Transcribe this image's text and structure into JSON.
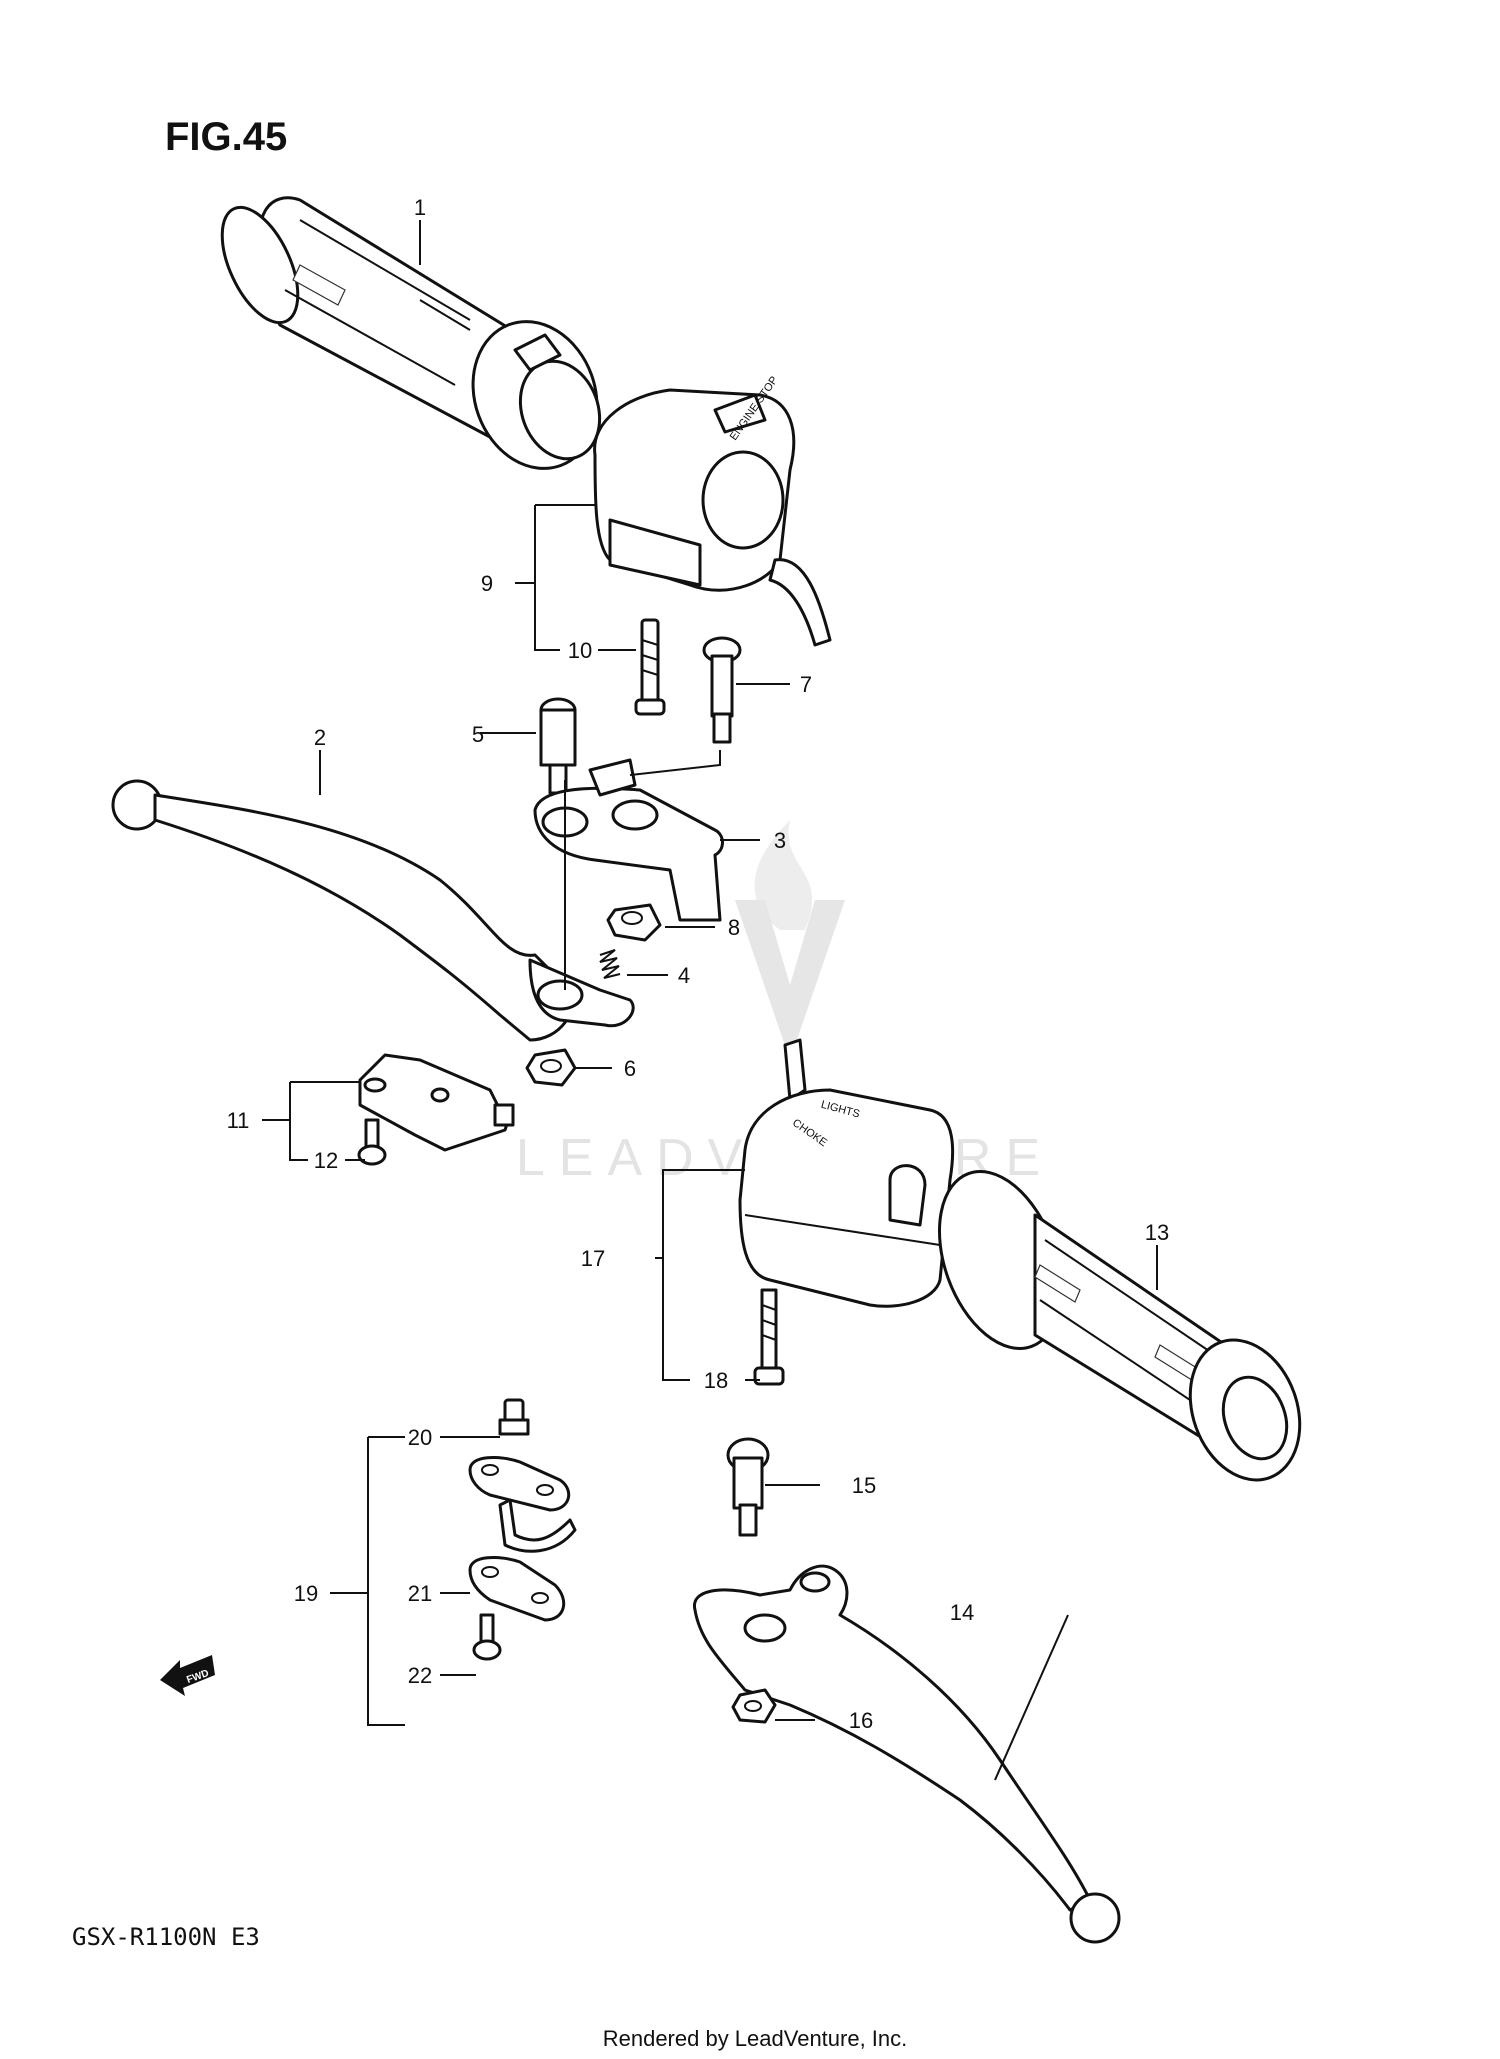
{
  "figure": {
    "title": "FIG.45"
  },
  "watermark": {
    "text": "LEADVENTURE"
  },
  "model_label": "GSX-R1100N E3",
  "footer": {
    "credit": "Rendered by LeadVenture, Inc."
  },
  "fwd_label": "FWD",
  "switch_labels": {
    "upper": "ENGINE STOP",
    "lower_1": "LIGHTS",
    "lower_2": "CHOKE"
  },
  "callouts": {
    "c1": "1",
    "c2": "2",
    "c3": "3",
    "c4": "4",
    "c5": "5",
    "c6": "6",
    "c7": "7",
    "c8": "8",
    "c9": "9",
    "c10": "10",
    "c11": "11",
    "c12": "12",
    "c13": "13",
    "c14": "14",
    "c15": "15",
    "c16": "16",
    "c17": "17",
    "c18": "18",
    "c19": "19",
    "c20": "20",
    "c21": "21",
    "c22": "22"
  }
}
